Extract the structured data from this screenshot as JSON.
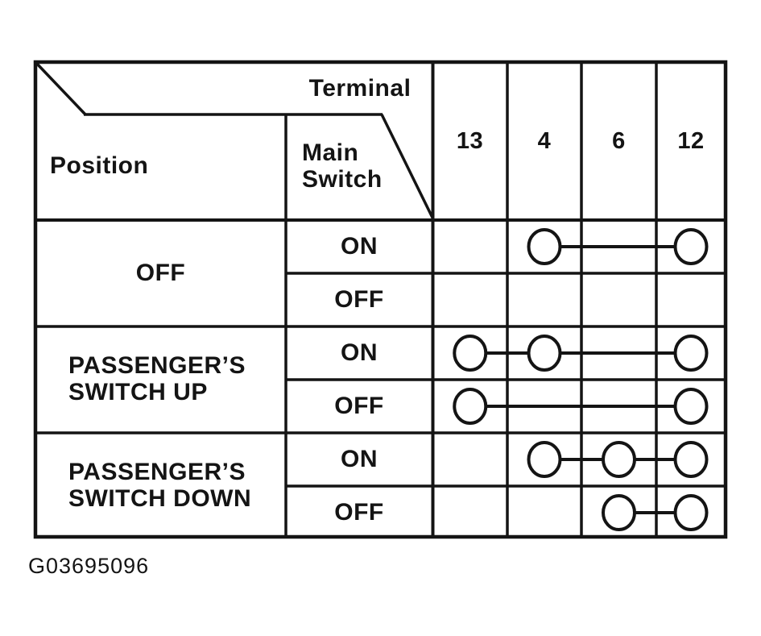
{
  "figure_id": "G03695096",
  "colors": {
    "ink": "#141414",
    "paper": "#ffffff"
  },
  "table": {
    "header": {
      "terminal_label": "Terminal",
      "position_label": "Position",
      "main_switch_lines": [
        "Main",
        "Switch"
      ],
      "terminals": [
        "13",
        "4",
        "6",
        "12"
      ]
    },
    "positions": [
      {
        "label_lines": [
          "OFF"
        ],
        "rows": [
          {
            "main_switch": "ON",
            "connected_terminals": [
              "4",
              "12"
            ]
          },
          {
            "main_switch": "OFF",
            "connected_terminals": []
          }
        ]
      },
      {
        "label_lines": [
          "PASSENGER’S",
          "SWITCH UP"
        ],
        "rows": [
          {
            "main_switch": "ON",
            "connected_terminals": [
              "13",
              "4",
              "12"
            ]
          },
          {
            "main_switch": "OFF",
            "connected_terminals": [
              "13",
              "12"
            ]
          }
        ]
      },
      {
        "label_lines": [
          "PASSENGER’S",
          "SWITCH DOWN"
        ],
        "rows": [
          {
            "main_switch": "ON",
            "connected_terminals": [
              "4",
              "6",
              "12"
            ]
          },
          {
            "main_switch": "OFF",
            "connected_terminals": [
              "6",
              "12"
            ]
          }
        ]
      }
    ]
  }
}
